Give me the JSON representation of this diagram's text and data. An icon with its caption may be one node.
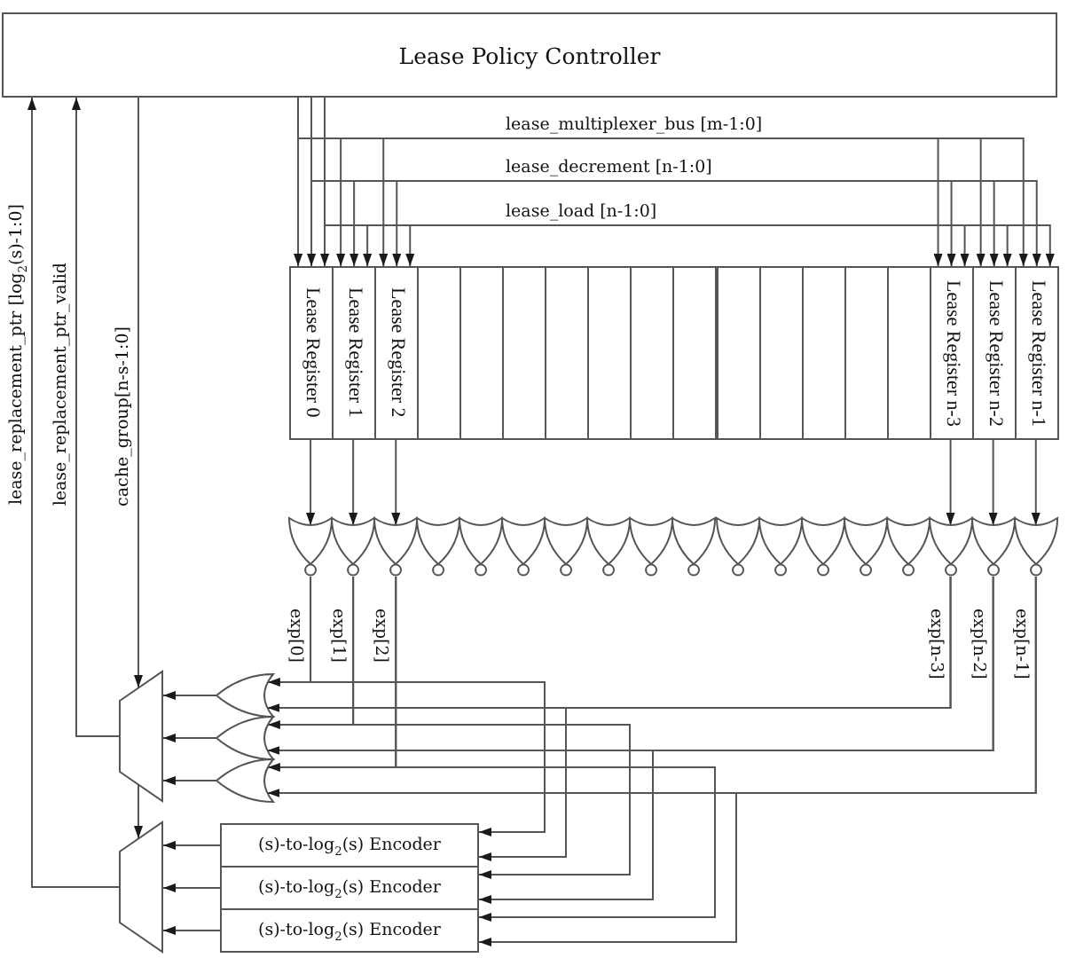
{
  "diagram": {
    "nodes": [
      {
        "text": [
          "Lease Policy Controller"
        ]
      },
      {
        "text": [
          "Lease Register 0"
        ]
      },
      {
        "text": [
          "Lease Register 1"
        ]
      },
      {
        "text": [
          "Lease Register 2"
        ]
      },
      {
        "text": [],
        "shape": "box"
      },
      {
        "text": [],
        "shape": "box"
      },
      {
        "text": [],
        "shape": "box"
      },
      {
        "text": [],
        "shape": "box"
      },
      {
        "text": [],
        "shape": "box"
      },
      {
        "text": [],
        "shape": "box"
      },
      {
        "text": [],
        "shape": "box"
      },
      {
        "text": [],
        "shape": "box"
      },
      {
        "text": [],
        "shape": "box"
      },
      {
        "text": [],
        "shape": "box"
      },
      {
        "text": [],
        "shape": "box"
      },
      {
        "text": [],
        "shape": "box"
      },
      {
        "text": [
          "Lease Register n-3"
        ]
      },
      {
        "text": [
          "Lease Register n-2"
        ]
      },
      {
        "text": [
          "Lease Register n-1"
        ]
      },
      {
        "text": [],
        "shape": "gate"
      },
      {
        "text": [],
        "shape": "gate"
      },
      {
        "text": [],
        "shape": "gate"
      },
      {
        "text": [],
        "shape": "gate"
      },
      {
        "text": [],
        "shape": "gate"
      },
      {
        "text": [],
        "shape": "gate"
      },
      {
        "text": [],
        "shape": "gate"
      },
      {
        "text": [],
        "shape": "gate"
      },
      {
        "text": [],
        "shape": "gate"
      },
      {
        "text": [],
        "shape": "gate"
      },
      {
        "text": [],
        "shape": "gate"
      },
      {
        "text": [],
        "shape": "gate"
      },
      {
        "text": [],
        "shape": "gate"
      },
      {
        "text": [],
        "shape": "gate"
      },
      {
        "text": [],
        "shape": "gate"
      },
      {
        "text": [],
        "shape": "gate"
      },
      {
        "text": [],
        "shape": "gate"
      },
      {
        "text": [],
        "shape": "gate"
      },
      {
        "text": [],
        "shape": "trapezoid"
      },
      {
        "text": [],
        "shape": "gate"
      },
      {
        "text": [],
        "shape": "gate"
      },
      {
        "text": [],
        "shape": "gate"
      },
      {
        "text": [],
        "shape": "trapezoid"
      },
      {
        "text": [
          "(s)-to-log$_{2}$(s) Encoder"
        ]
      },
      {
        "text": [
          "(s)-to-log$_{2}$(s) Encoder"
        ]
      },
      {
        "text": [
          "(s)-to-log$_{2}$(s) Encoder"
        ]
      }
    ],
    "edges": [
      {
        "from": 0,
        "to": 1,
        "arrow": "to"
      },
      {
        "from": 0,
        "to": 2,
        "arrow": "to"
      },
      {
        "from": 0,
        "to": 3,
        "arrow": "to"
      },
      {
        "from": 0,
        "to": 16,
        "arrow": "to",
        "label": "lease_multiplexer_bus [m-1:0]"
      },
      {
        "from": 0,
        "to": 17,
        "arrow": "to"
      },
      {
        "from": 0,
        "to": 18,
        "arrow": "to"
      },
      {
        "from": 0,
        "to": 1,
        "arrow": "to"
      },
      {
        "from": 0,
        "to": 2,
        "arrow": "to"
      },
      {
        "from": 0,
        "to": 3,
        "arrow": "to"
      },
      {
        "from": 0,
        "to": 16,
        "arrow": "to",
        "label": "lease_decrement [n-1:0]"
      },
      {
        "from": 0,
        "to": 17,
        "arrow": "to"
      },
      {
        "from": 0,
        "to": 18,
        "arrow": "to"
      },
      {
        "from": 0,
        "to": 1,
        "arrow": "to"
      },
      {
        "from": 0,
        "to": 2,
        "arrow": "to"
      },
      {
        "from": 0,
        "to": 3,
        "arrow": "to"
      },
      {
        "from": 0,
        "to": 16,
        "arrow": "to",
        "label": "lease_load [n-1:0]"
      },
      {
        "from": 0,
        "to": 17,
        "arrow": "to"
      },
      {
        "from": 0,
        "to": 18,
        "arrow": "to"
      },
      {
        "from": 1,
        "to": 19,
        "arrow": "to"
      },
      {
        "from": 2,
        "to": 20,
        "arrow": "to"
      },
      {
        "from": 3,
        "to": 21,
        "arrow": "to"
      },
      {
        "from": 16,
        "to": 34,
        "arrow": "to"
      },
      {
        "from": 17,
        "to": 35,
        "arrow": "to"
      },
      {
        "from": 18,
        "to": 36,
        "arrow": "to"
      },
      {
        "from": 19,
        "to": 38,
        "arrow": "to",
        "label": "exp[0]"
      },
      {
        "from": 19,
        "to": 42,
        "arrow": "to"
      },
      {
        "from": 34,
        "to": 38,
        "arrow": "to",
        "label": "exp[n-3]"
      },
      {
        "from": 34,
        "to": 42,
        "arrow": "to"
      },
      {
        "from": 20,
        "to": 39,
        "arrow": "to",
        "label": "exp[1]"
      },
      {
        "from": 20,
        "to": 43,
        "arrow": "to"
      },
      {
        "from": 35,
        "to": 39,
        "arrow": "to",
        "label": "exp[n-2]"
      },
      {
        "from": 35,
        "to": 43,
        "arrow": "to"
      },
      {
        "from": 21,
        "to": 40,
        "arrow": "to",
        "label": "exp[2]"
      },
      {
        "from": 21,
        "to": 44,
        "arrow": "to"
      },
      {
        "from": 36,
        "to": 40,
        "arrow": "to",
        "label": "exp[n-1]"
      },
      {
        "from": 36,
        "to": 44,
        "arrow": "to"
      },
      {
        "from": 38,
        "to": 37,
        "arrow": "to"
      },
      {
        "from": 39,
        "to": 37,
        "arrow": "to"
      },
      {
        "from": 40,
        "to": 37,
        "arrow": "to"
      },
      {
        "from": 42,
        "to": 41,
        "arrow": "to"
      },
      {
        "from": 43,
        "to": 41,
        "arrow": "to"
      },
      {
        "from": 44,
        "to": 41,
        "arrow": "to"
      },
      {
        "from": 37,
        "to": 0,
        "arrow": "to",
        "label": "lease_replacement_ptr_valid"
      },
      {
        "from": 41,
        "to": 0,
        "arrow": "to",
        "label": "lease_replacement_ptr [log$_{2}$(s)-1:0]"
      },
      {
        "from": 0,
        "to": 37,
        "arrow": "to",
        "label": "cache_group[n-s-1:0]"
      },
      {
        "from": 37,
        "to": 41,
        "arrow": "to"
      }
    ]
  }
}
